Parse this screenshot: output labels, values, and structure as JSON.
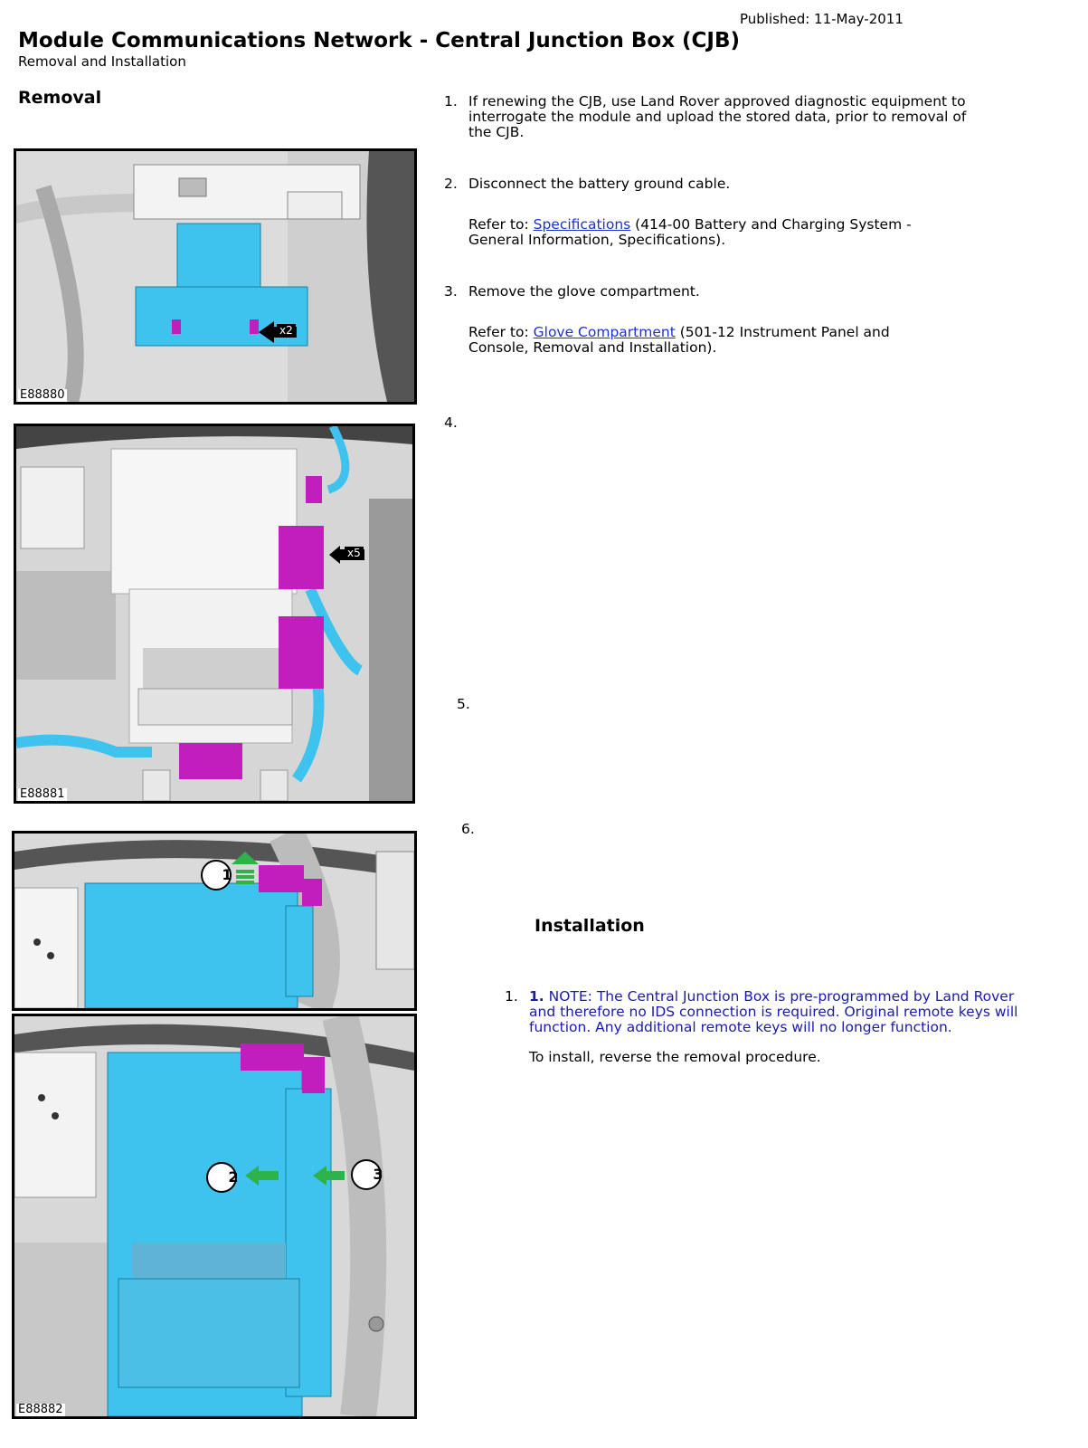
{
  "header": {
    "published": "Published: 11-May-2011",
    "title": "Module Communications Network - Central Junction Box (CJB)",
    "subtitle": "Removal and Installation"
  },
  "removal": {
    "heading": "Removal",
    "steps": [
      {
        "num": "1.",
        "text": "If renewing the CJB, use Land Rover approved diagnostic equipment to interrogate the module and upload the stored data, prior to removal of the CJB."
      },
      {
        "num": "2.",
        "text": "Disconnect the battery ground cable.",
        "ref_prefix": "Refer to: ",
        "ref_link": "Specifications",
        "ref_suffix": " (414-00 Battery and Charging System - General Information, Specifications)."
      },
      {
        "num": "3.",
        "text": "Remove the glove compartment.",
        "ref_prefix": "Refer to: ",
        "ref_link": "Glove Compartment",
        "ref_suffix": " (501-12 Instrument Panel and Console, Removal and Installation)."
      },
      {
        "num": "4."
      },
      {
        "num": "5."
      },
      {
        "num": "6."
      }
    ]
  },
  "figures": [
    {
      "label": "E88880",
      "callout": "x2"
    },
    {
      "label": "E88881",
      "callout": "x5"
    },
    {
      "callouts": [
        "1"
      ]
    },
    {
      "label": "E88882",
      "callouts": [
        "2",
        "3"
      ]
    }
  ],
  "installation": {
    "heading": "Installation",
    "steps": [
      {
        "num": "1.",
        "note_num": "1.",
        "note_text": " NOTE: The Central Junction Box is pre-programmed by Land Rover and therefore no IDS connection is required. Original remote keys will function. Any additional remote keys will no longer function.",
        "text": "To install, reverse the removal procedure."
      }
    ]
  },
  "colors": {
    "module": "#3ec3ef",
    "connector": "#c21ebd",
    "arrow": "#2eb24a",
    "link": "#1a33d0",
    "note": "#1a1aa8"
  }
}
